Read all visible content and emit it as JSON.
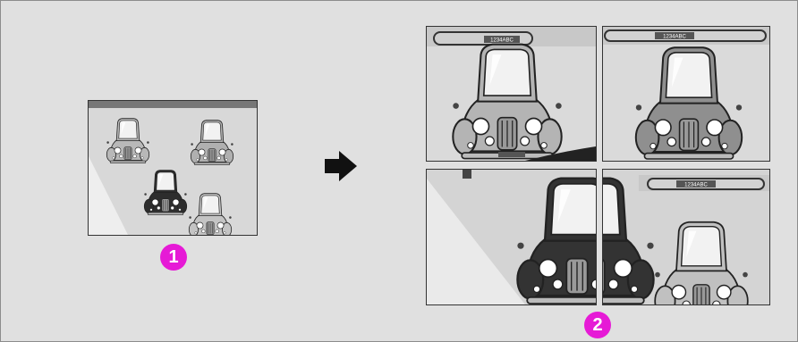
{
  "steps": [
    {
      "number": "1"
    },
    {
      "number": "2"
    }
  ],
  "plate_text": "1234ABC",
  "colors": {
    "marker": "#e61ad6",
    "arrow": "#111111",
    "background": "#e0e0e0"
  },
  "icons": {
    "arrow": "arrow-right-icon"
  }
}
